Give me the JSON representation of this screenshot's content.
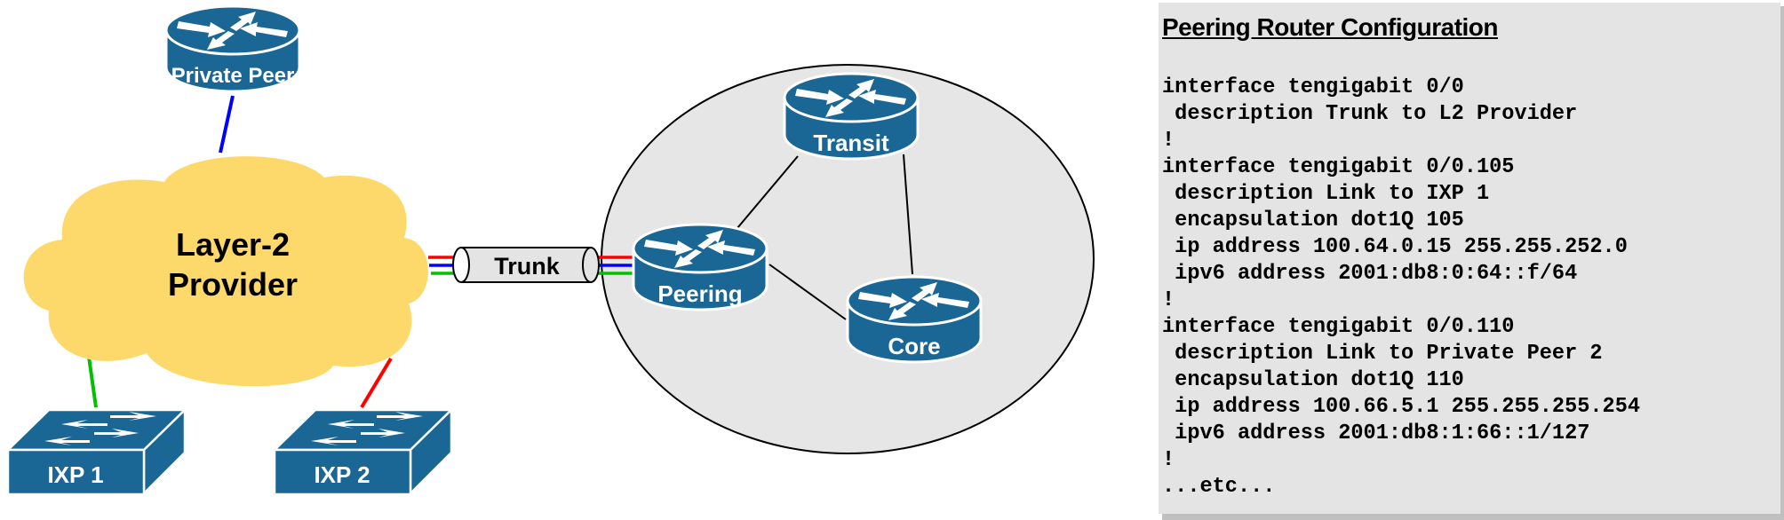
{
  "colors": {
    "device_blue": "#1a6694",
    "cloud_yellow": "#fdd96b",
    "network_bg": "#e6e6e6",
    "panel_bg": "#e4e4e4",
    "panel_shadow": "#c0c0c0",
    "vlan_red": "#ff0000",
    "vlan_blue": "#0000ff",
    "vlan_green": "#00c000"
  },
  "diagram": {
    "cloud": {
      "label_line1": "Layer-2",
      "label_line2": "Provider",
      "icon": "cloud-icon"
    },
    "trunk": {
      "label": "Trunk",
      "icon": "tube-icon"
    },
    "routers": {
      "private_peer": {
        "label": "Private Peer",
        "icon": "router-icon"
      },
      "transit": {
        "label": "Transit",
        "icon": "router-icon"
      },
      "peering": {
        "label": "Peering",
        "icon": "router-icon"
      },
      "core": {
        "label": "Core",
        "icon": "router-icon"
      }
    },
    "switches": {
      "ixp1": {
        "label": "IXP 1",
        "icon": "switch-icon"
      },
      "ixp2": {
        "label": "IXP 2",
        "icon": "switch-icon"
      }
    },
    "links": [
      {
        "from": "Private Peer",
        "to": "Layer-2 Provider",
        "color": "blue"
      },
      {
        "from": "IXP 1",
        "to": "Layer-2 Provider",
        "color": "green"
      },
      {
        "from": "IXP 2",
        "to": "Layer-2 Provider",
        "color": "red"
      },
      {
        "from": "Layer-2 Provider",
        "to": "Peering",
        "via": "Trunk",
        "colors": [
          "red",
          "blue",
          "green"
        ]
      },
      {
        "from": "Peering",
        "to": "Transit",
        "color": "black"
      },
      {
        "from": "Peering",
        "to": "Core",
        "color": "black"
      },
      {
        "from": "Transit",
        "to": "Core",
        "color": "black"
      }
    ]
  },
  "config": {
    "title": "Peering Router Configuration",
    "lines": [
      "interface tengigabit 0/0",
      " description Trunk to L2 Provider",
      "!",
      "interface tengigabit 0/0.105",
      " description Link to IXP 1",
      " encapsulation dot1Q 105",
      " ip address 100.64.0.15 255.255.252.0",
      " ipv6 address 2001:db8:0:64::f/64",
      "!",
      "interface tengigabit 0/0.110",
      " description Link to Private Peer 2",
      " encapsulation dot1Q 110",
      " ip address 100.66.5.1 255.255.255.254",
      " ipv6 address 2001:db8:1:66::1/127",
      "!",
      "...etc..."
    ]
  }
}
